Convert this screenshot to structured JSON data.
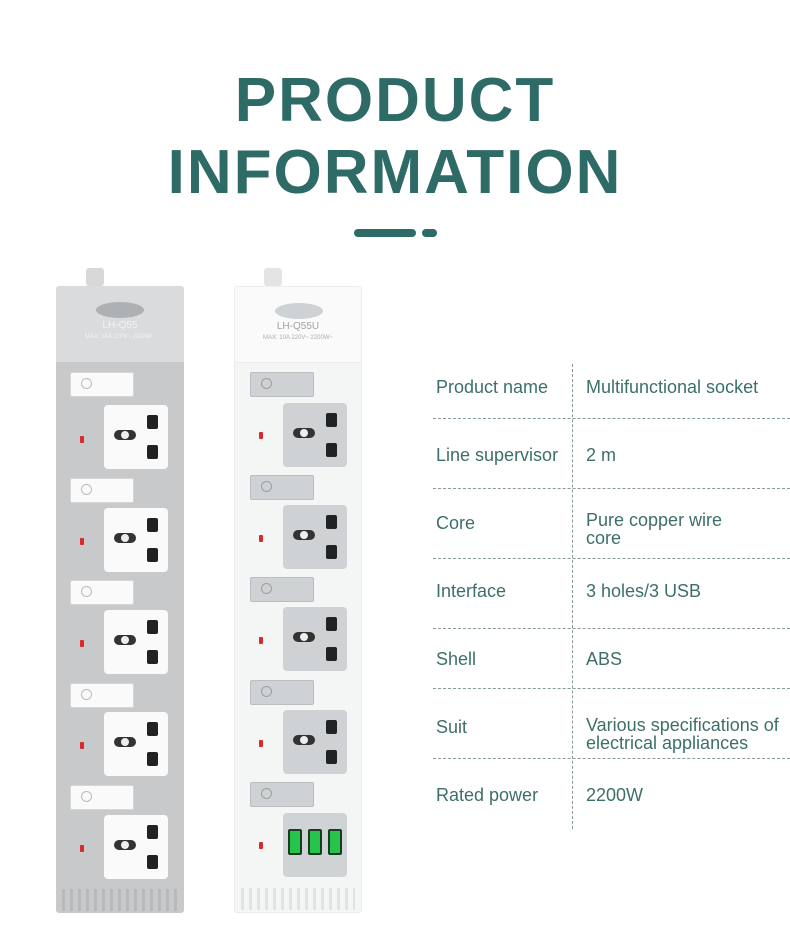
{
  "heading": {
    "line1": "PRODUCT",
    "line2": "INFORMATION"
  },
  "colors": {
    "accent": "#2f6b66",
    "table_text": "#3d6f6a",
    "gray_strip": "#c9cbcc",
    "white_strip": "#f4f5f5",
    "usb_green": "#26c44a"
  },
  "strip_gray": {
    "model": "LH-Q55",
    "rating": "MAX: 10A 220V~ 2200W~"
  },
  "strip_white": {
    "model": "LH-Q55U",
    "rating": "MAX: 10A 220V~ 2200W~"
  },
  "specs": [
    {
      "label": "Product name",
      "value": "Multifunctional socket"
    },
    {
      "label": "Line supervisor",
      "value": "2 m"
    },
    {
      "label": "Core",
      "value": "Pure copper wire core"
    },
    {
      "label": "Interface",
      "value": "3 holes/3 USB"
    },
    {
      "label": "Shell",
      "value": "ABS"
    },
    {
      "label": "Suit",
      "value": "Various specifications of electrical appliances"
    },
    {
      "label": "Rated power",
      "value": "2200W"
    }
  ]
}
